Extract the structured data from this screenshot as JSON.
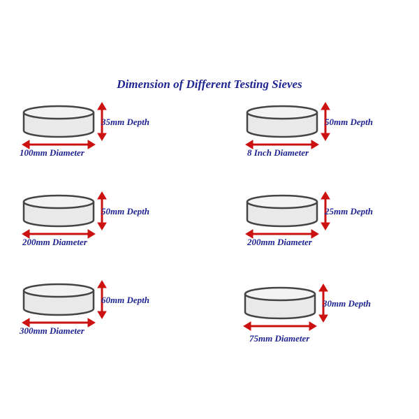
{
  "title": "Dimension of Different Testing Sieves",
  "colors": {
    "text": "#1f2590",
    "arrow": "#cc1111",
    "sieve_fill": "#e9e9e9",
    "sieve_stroke": "#444444"
  },
  "sieves": [
    {
      "depth": "35mm Depth",
      "diameter": "100mm Diameter"
    },
    {
      "depth": "50mm Depth",
      "diameter": "8 Inch Diameter"
    },
    {
      "depth": "50mm Depth",
      "diameter": "200mm Diameter"
    },
    {
      "depth": "25mm Depth",
      "diameter": "200mm Diameter"
    },
    {
      "depth": "60mm Depth",
      "diameter": "300mm Diameter"
    },
    {
      "depth": "30mm Depth",
      "diameter": "75mm Diameter"
    }
  ]
}
